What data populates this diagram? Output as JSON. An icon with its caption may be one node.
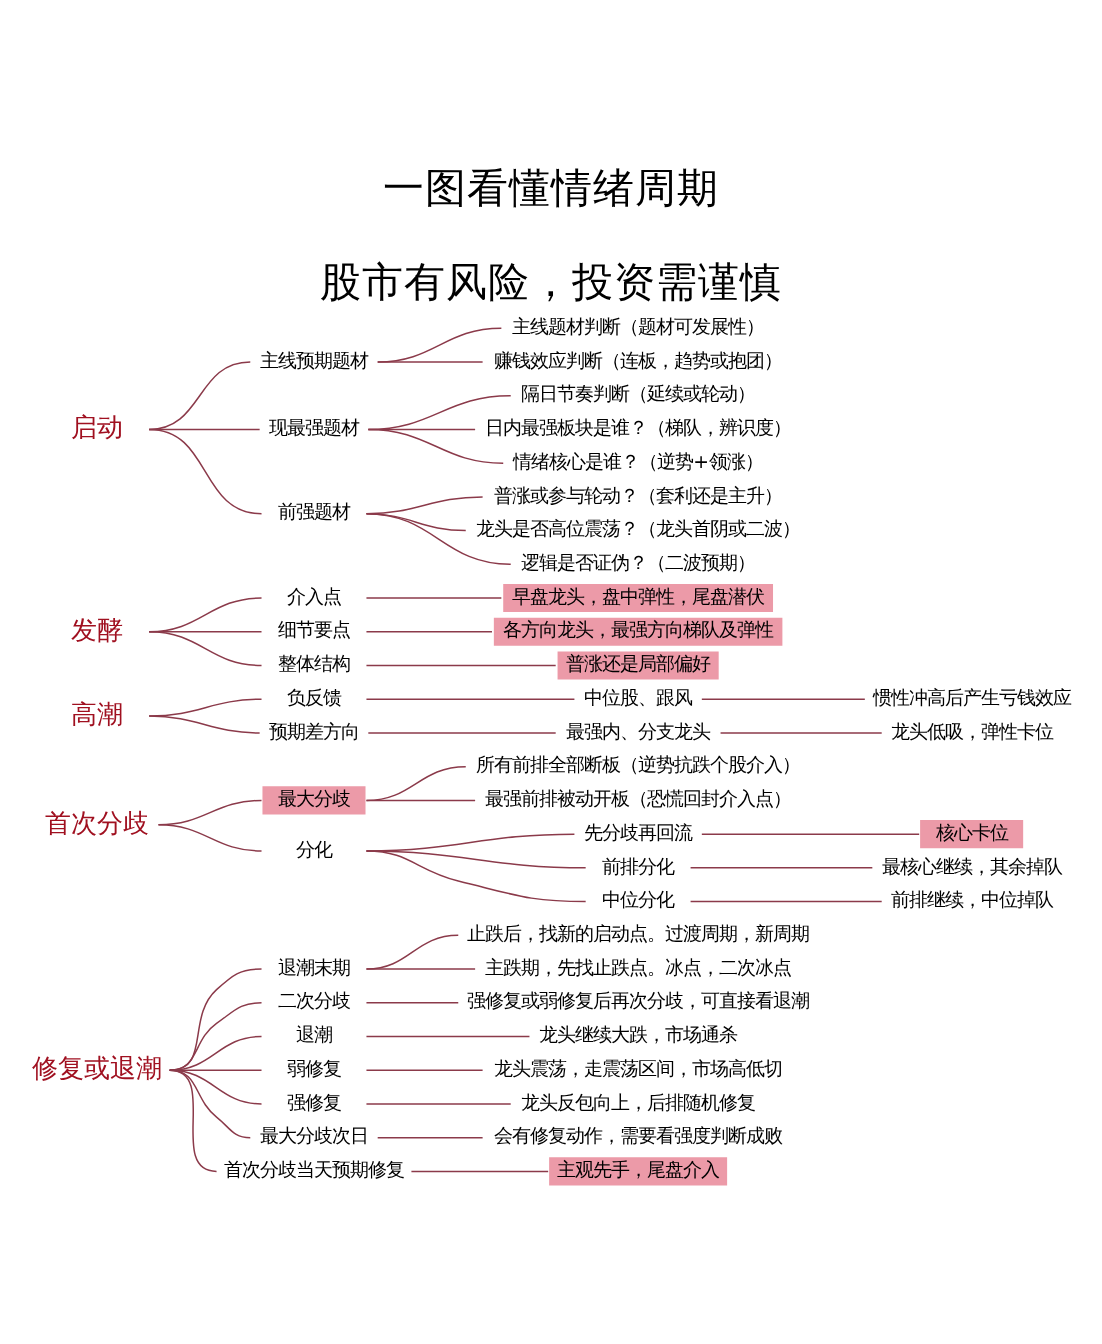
{
  "diagram": {
    "title": "一图看懂情绪周期",
    "caption": "股市有风险，投资需谨慎",
    "nodes": [
      {
        "text": [
          "启动"
        ]
      },
      {
        "text": [
          "前强题材"
        ]
      },
      {
        "text": [
          "逻辑是否证伪？（二波预期）"
        ]
      },
      {
        "text": [
          "龙头是否高位震荡？（龙头首阴或二波）"
        ]
      },
      {
        "text": [
          "普涨或参与轮动？（套利还是主升）"
        ]
      },
      {
        "text": [
          "现最强题材"
        ]
      },
      {
        "text": [
          "情绪核心是谁？（逆势+领涨）"
        ]
      },
      {
        "text": [
          "日内最强板块是谁？（梯队，辨识度）"
        ]
      },
      {
        "text": [
          "隔日节奏判断（延续或轮动）"
        ]
      },
      {
        "text": [
          "主线预期题材"
        ]
      },
      {
        "text": [
          "赚钱效应判断（连板，趋势或抱团）"
        ]
      },
      {
        "text": [
          "主线题材判断（题材可发展性）"
        ]
      },
      {
        "text": [
          "发酵"
        ]
      },
      {
        "text": [
          "整体结构"
        ]
      },
      {
        "text": [
          "普涨还是局部偏好"
        ]
      },
      {
        "text": [
          "细节要点"
        ]
      },
      {
        "text": [
          "各方向龙头，最强方向梯队及弹性"
        ]
      },
      {
        "text": [
          "介入点"
        ]
      },
      {
        "text": [
          "早盘龙头，盘中弹性，尾盘潜伏"
        ]
      },
      {
        "text": [
          "高潮"
        ]
      },
      {
        "text": [
          "预期差方向"
        ]
      },
      {
        "text": [
          "最强内、分支龙头"
        ]
      },
      {
        "text": [
          "龙头低吸，弹性卡位"
        ]
      },
      {
        "text": [
          "负反馈"
        ]
      },
      {
        "text": [
          "中位股、跟风"
        ]
      },
      {
        "text": [
          "惯性冲高后产生亏钱效应"
        ]
      },
      {
        "text": [
          "首次分歧"
        ]
      },
      {
        "text": [
          "分化"
        ]
      },
      {
        "text": [
          "中位分化"
        ]
      },
      {
        "text": [
          "前排继续，中位掉队"
        ]
      },
      {
        "text": [
          "前排分化"
        ]
      },
      {
        "text": [
          "最核心继续，其余掉队"
        ]
      },
      {
        "text": [
          "先分歧再回流"
        ]
      },
      {
        "text": [
          "核心卡位"
        ]
      },
      {
        "text": [
          "最大分歧"
        ]
      },
      {
        "text": [
          "最强前排被动开板（恐慌回封介入点）"
        ]
      },
      {
        "text": [
          "所有前排全部断板（逆势抗跌个股介入）"
        ]
      },
      {
        "text": [
          "修复或退潮"
        ]
      },
      {
        "text": [
          "首次分歧当天预期修复"
        ]
      },
      {
        "text": [
          "主观先手，尾盘介入"
        ]
      },
      {
        "text": [
          "最大分歧次日"
        ]
      },
      {
        "text": [
          "会有修复动作，需要看强度判断成败"
        ]
      },
      {
        "text": [
          "强修复"
        ]
      },
      {
        "text": [
          "龙头反包向上，后排随机修复"
        ]
      },
      {
        "text": [
          "弱修复"
        ]
      },
      {
        "text": [
          "龙头震荡，走震荡区间，市场高低切"
        ]
      },
      {
        "text": [
          "退潮"
        ]
      },
      {
        "text": [
          "龙头继续大跌，市场通杀"
        ]
      },
      {
        "text": [
          "二次分歧"
        ]
      },
      {
        "text": [
          "强修复或弱修复后再次分歧，可直接看退潮"
        ]
      },
      {
        "text": [
          "退潮末期"
        ]
      },
      {
        "text": [
          "主跌期，先找止跌点。冰点，二次冰点"
        ]
      },
      {
        "text": [
          "止跌后，找新的启动点。过渡周期，新周期"
        ]
      }
    ],
    "edges": [
      {
        "from": 0,
        "to": 1,
        "arrow": "none"
      },
      {
        "from": 1,
        "to": 2,
        "arrow": "none"
      },
      {
        "from": 1,
        "to": 3,
        "arrow": "none"
      },
      {
        "from": 1,
        "to": 4,
        "arrow": "none"
      },
      {
        "from": 0,
        "to": 5,
        "arrow": "none"
      },
      {
        "from": 5,
        "to": 6,
        "arrow": "none"
      },
      {
        "from": 5,
        "to": 7,
        "arrow": "none"
      },
      {
        "from": 5,
        "to": 8,
        "arrow": "none"
      },
      {
        "from": 0,
        "to": 9,
        "arrow": "none"
      },
      {
        "from": 9,
        "to": 10,
        "arrow": "none"
      },
      {
        "from": 9,
        "to": 11,
        "arrow": "none"
      },
      {
        "from": 12,
        "to": 13,
        "arrow": "none"
      },
      {
        "from": 13,
        "to": 14,
        "arrow": "none"
      },
      {
        "from": 12,
        "to": 15,
        "arrow": "none"
      },
      {
        "from": 15,
        "to": 16,
        "arrow": "none"
      },
      {
        "from": 12,
        "to": 17,
        "arrow": "none"
      },
      {
        "from": 17,
        "to": 18,
        "arrow": "none"
      },
      {
        "from": 19,
        "to": 20,
        "arrow": "none"
      },
      {
        "from": 20,
        "to": 21,
        "arrow": "none"
      },
      {
        "from": 21,
        "to": 22,
        "arrow": "none"
      },
      {
        "from": 19,
        "to": 23,
        "arrow": "none"
      },
      {
        "from": 23,
        "to": 24,
        "arrow": "none"
      },
      {
        "from": 24,
        "to": 25,
        "arrow": "none"
      },
      {
        "from": 26,
        "to": 27,
        "arrow": "none"
      },
      {
        "from": 27,
        "to": 28,
        "arrow": "none"
      },
      {
        "from": 28,
        "to": 29,
        "arrow": "none"
      },
      {
        "from": 27,
        "to": 30,
        "arrow": "none"
      },
      {
        "from": 30,
        "to": 31,
        "arrow": "none"
      },
      {
        "from": 27,
        "to": 32,
        "arrow": "none"
      },
      {
        "from": 32,
        "to": 33,
        "arrow": "none"
      },
      {
        "from": 26,
        "to": 34,
        "arrow": "none"
      },
      {
        "from": 34,
        "to": 35,
        "arrow": "none"
      },
      {
        "from": 34,
        "to": 36,
        "arrow": "none"
      },
      {
        "from": 37,
        "to": 38,
        "arrow": "none"
      },
      {
        "from": 38,
        "to": 39,
        "arrow": "none"
      },
      {
        "from": 37,
        "to": 40,
        "arrow": "none"
      },
      {
        "from": 40,
        "to": 41,
        "arrow": "none"
      },
      {
        "from": 37,
        "to": 42,
        "arrow": "none"
      },
      {
        "from": 42,
        "to": 43,
        "arrow": "none"
      },
      {
        "from": 37,
        "to": 44,
        "arrow": "none"
      },
      {
        "from": 44,
        "to": 45,
        "arrow": "none"
      },
      {
        "from": 37,
        "to": 46,
        "arrow": "none"
      },
      {
        "from": 46,
        "to": 47,
        "arrow": "none"
      },
      {
        "from": 37,
        "to": 48,
        "arrow": "none"
      },
      {
        "from": 48,
        "to": 49,
        "arrow": "none"
      },
      {
        "from": 37,
        "to": 50,
        "arrow": "none"
      },
      {
        "from": 50,
        "to": 51,
        "arrow": "none"
      },
      {
        "from": 50,
        "to": 52,
        "arrow": "none"
      }
    ]
  }
}
